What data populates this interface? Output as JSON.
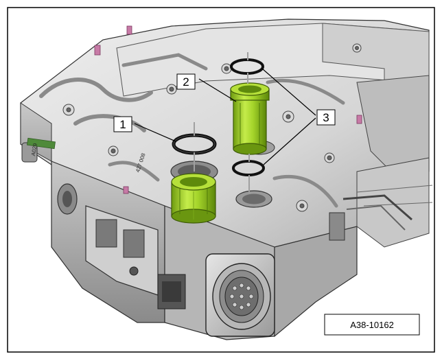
{
  "figure": {
    "reference_id": "A38-10162",
    "callouts": [
      {
        "number": "1",
        "part": "o-ring-large"
      },
      {
        "number": "2",
        "part": "green-sleeve-upper"
      },
      {
        "number": "3",
        "part": "o-rings-small"
      }
    ],
    "casting_stamps": [
      "A029",
      "427 008"
    ],
    "colors": {
      "housing_light": "#dcdcdc",
      "housing_mid": "#b9b9b9",
      "housing_dark": "#7a7a7a",
      "part_green": "#9ccc1e",
      "part_green_dark": "#5e8a0c",
      "pink_marker": "#c77aa6",
      "outline": "#202020"
    }
  }
}
